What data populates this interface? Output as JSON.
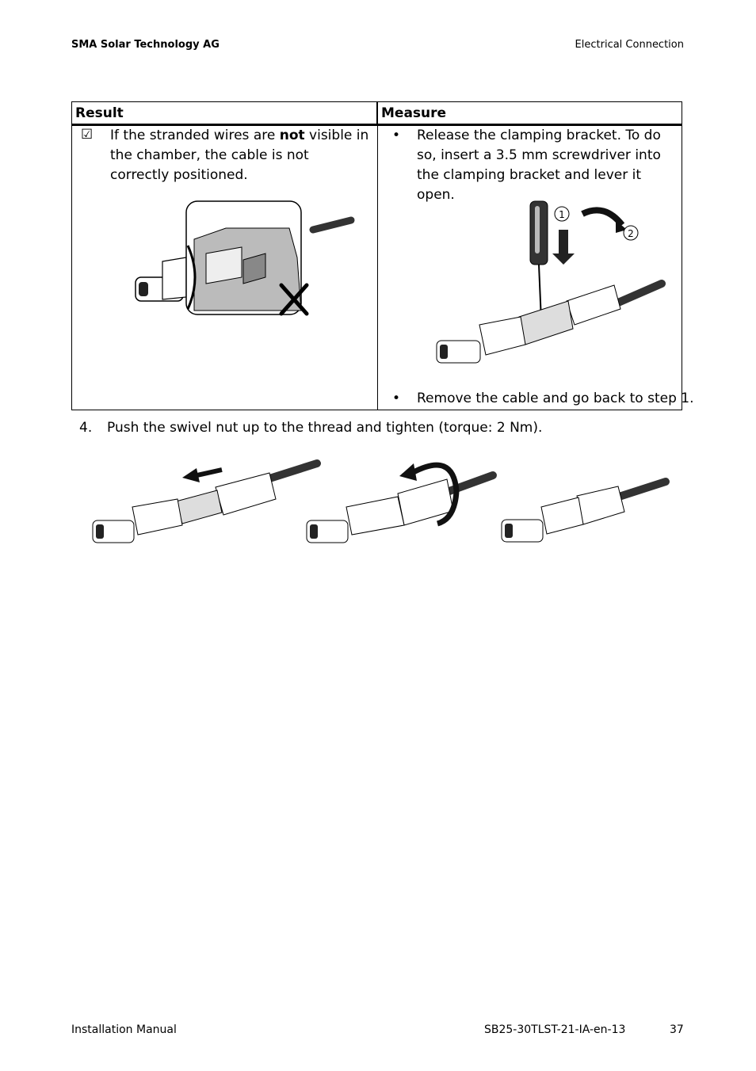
{
  "header": {
    "company": "SMA Solar Technology AG",
    "section": "Electrical Connection"
  },
  "table": {
    "col_result": "Result",
    "col_measure": "Measure",
    "result_checkbox": "☑",
    "result_text_pre": "If the stranded wires are ",
    "result_text_bold": "not",
    "result_text_post": " visible in the chamber, the cable is not correctly positioned.",
    "measure_bullet": "•",
    "measure_1": "Release the clamping bracket. To do so, insert a 3.5 mm screwdriver into the clamping bracket and lever it open.",
    "measure_2": "Remove the cable and go back to step 1.",
    "callout_1": "1",
    "callout_2": "2"
  },
  "step": {
    "number": "4.",
    "text": "Push the swivel nut up to the thread and tighten (torque: 2 Nm)."
  },
  "footer": {
    "manual": "Installation Manual",
    "doc_id": "SB25-30TLST-21-IA-en-13",
    "page": "37"
  }
}
